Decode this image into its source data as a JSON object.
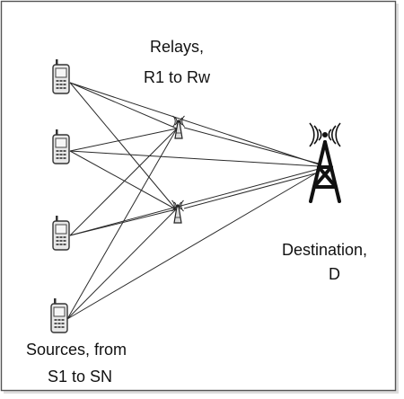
{
  "labels": {
    "relays_line1": "Relays,",
    "relays_line2": "R1 to Rw",
    "destination_line1": "Destination,",
    "destination_line2": "D",
    "sources_line1": "Sources, from",
    "sources_line2": "S1 to SN"
  },
  "colors": {
    "border": "#555555",
    "link": "#2a2a2a",
    "phone_body": "#e8e8e8",
    "phone_outline": "#333333",
    "tower": "#111111"
  },
  "icons": {
    "source": "mobile-phone-icon",
    "relay": "relay-antenna-icon",
    "destination": "cell-tower-icon"
  }
}
